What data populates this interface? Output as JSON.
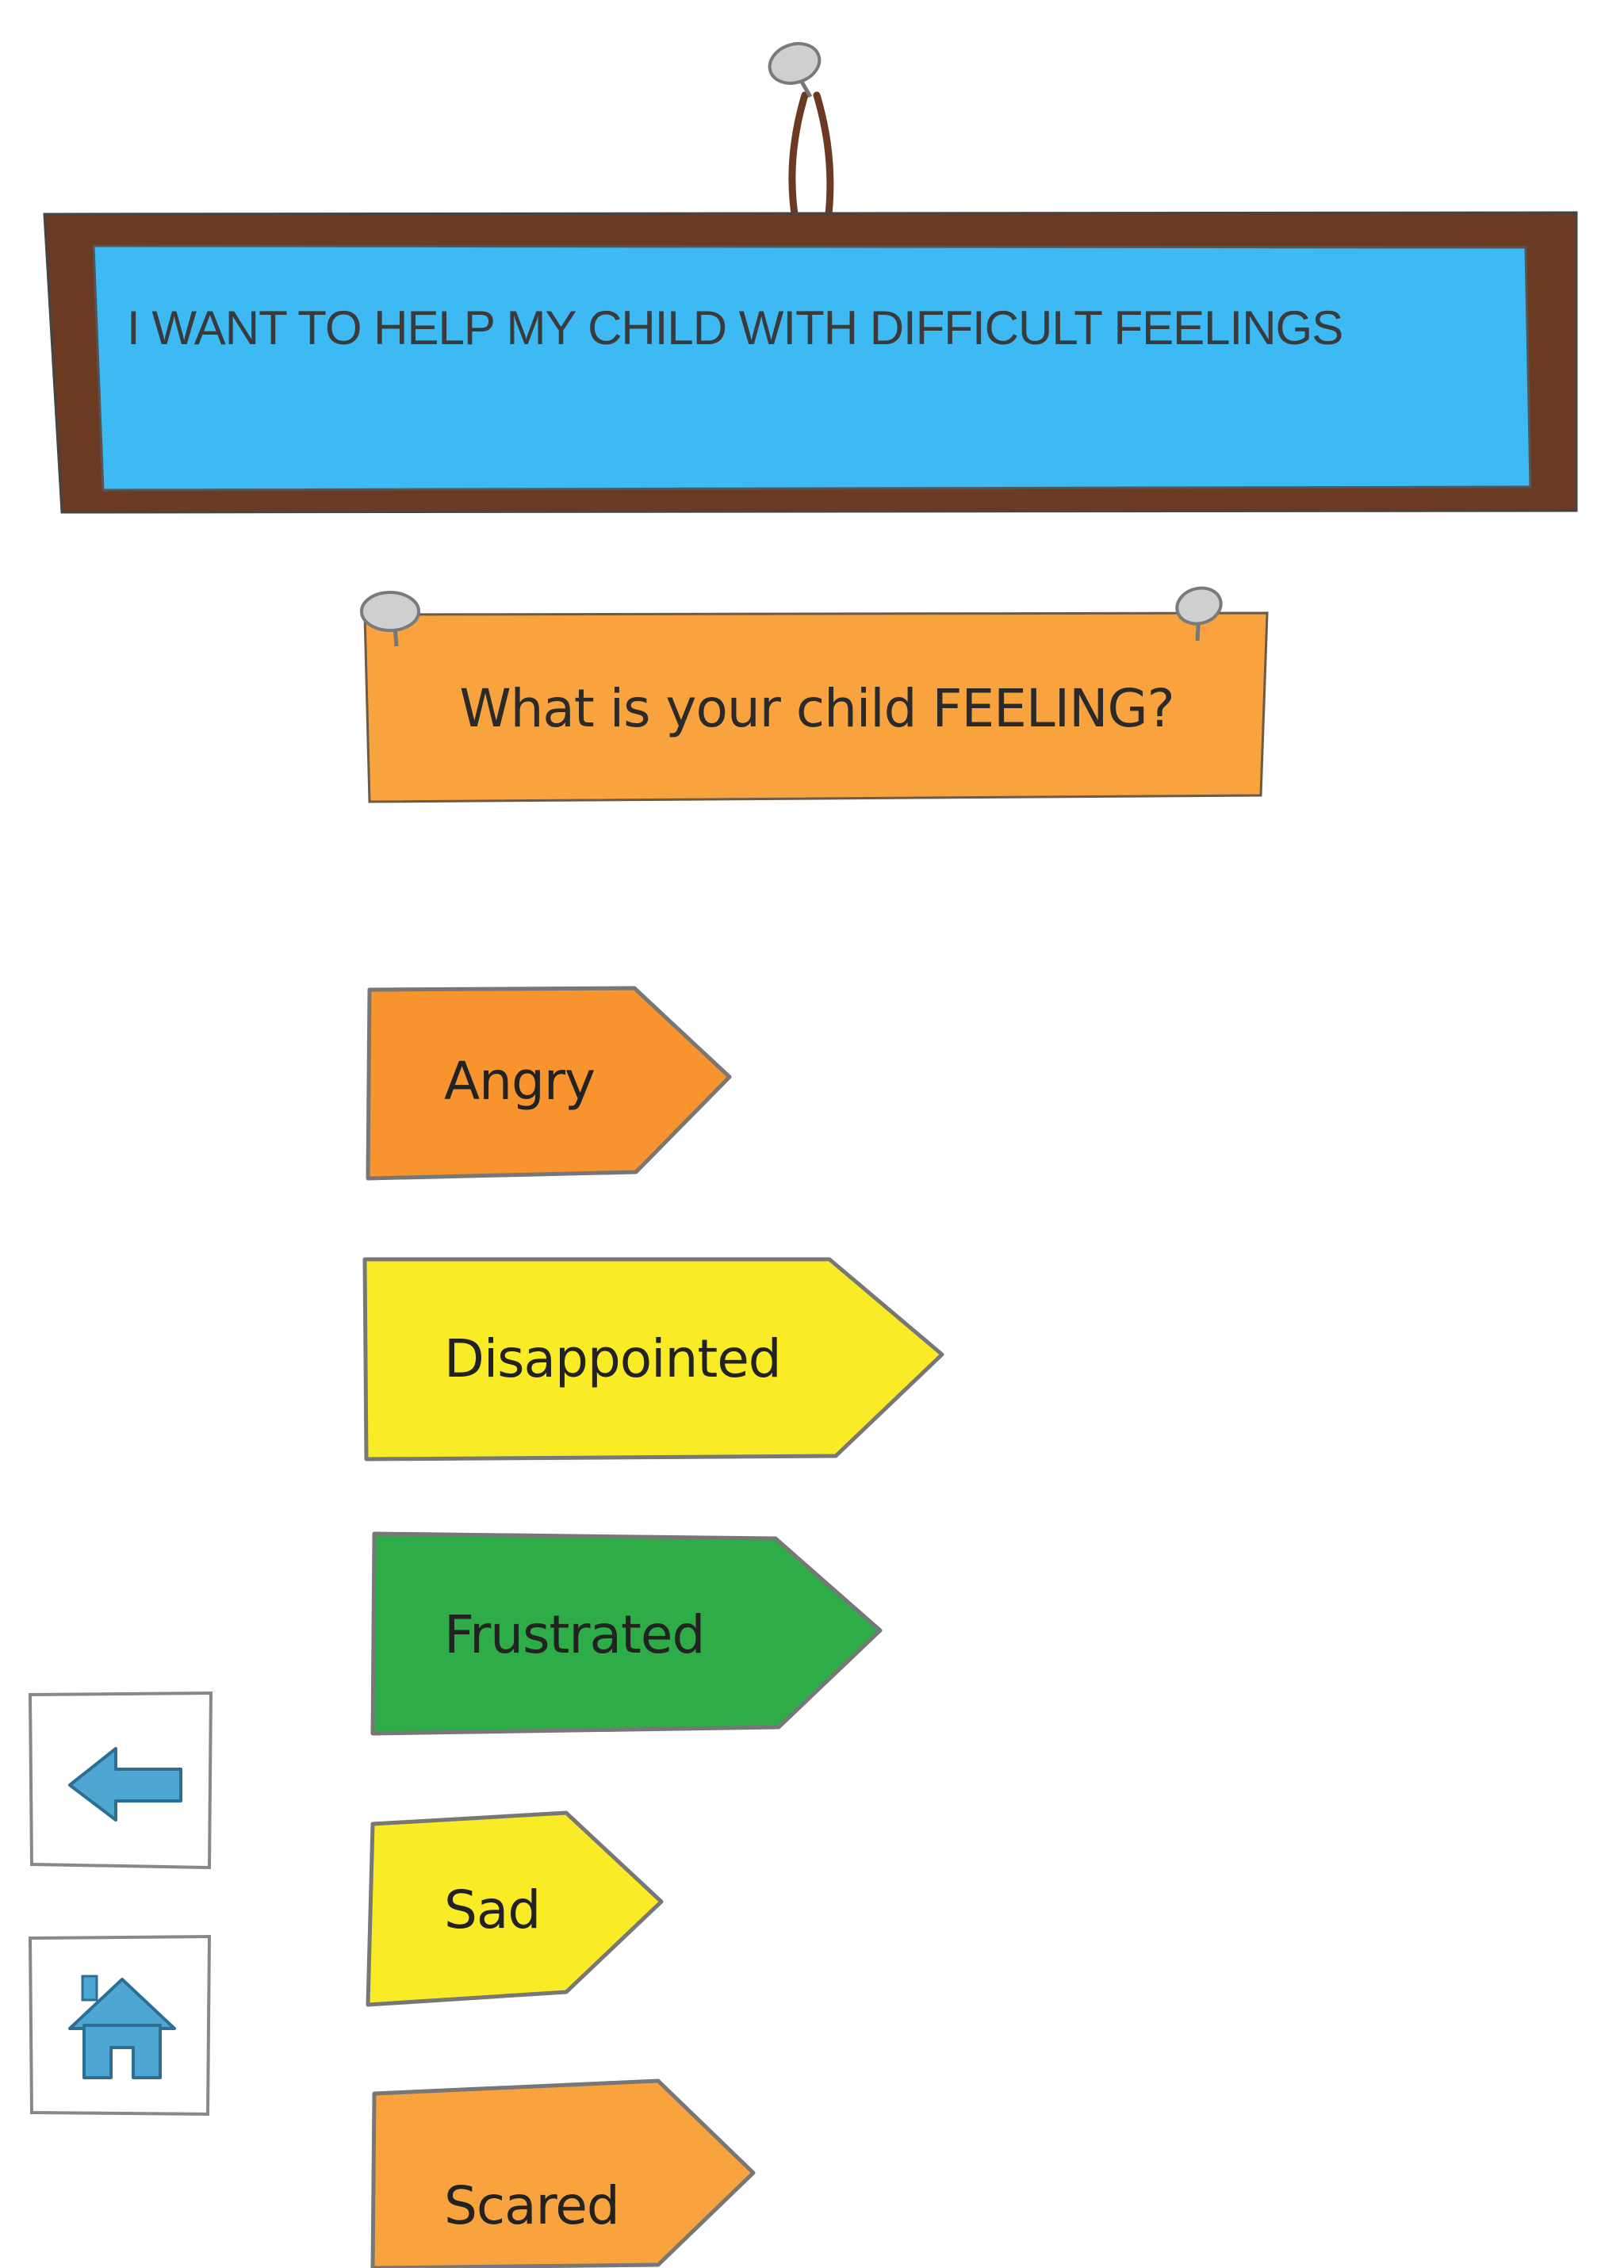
{
  "header": {
    "title": "I WANT TO HELP MY CHILD WITH DIFFICULT FEELINGS"
  },
  "question": {
    "text": "What is your child FEELING?"
  },
  "feelings": [
    {
      "label": "Angry",
      "color": "#F7942D"
    },
    {
      "label": "Disappointed",
      "color": "#F9EC27"
    },
    {
      "label": "Frustrated",
      "color": "#2DAC48"
    },
    {
      "label": "Sad",
      "color": "#F9EC27"
    },
    {
      "label": "Scared",
      "color": "#F8A33D"
    }
  ],
  "nav": {
    "back_icon": "back-arrow-icon",
    "home_icon": "home-icon"
  },
  "colors": {
    "frame_brown": "#6B3A22",
    "board_blue": "#3DB9F3",
    "sign_orange": "#F8A33D",
    "icon_blue": "#4EA7D3"
  }
}
